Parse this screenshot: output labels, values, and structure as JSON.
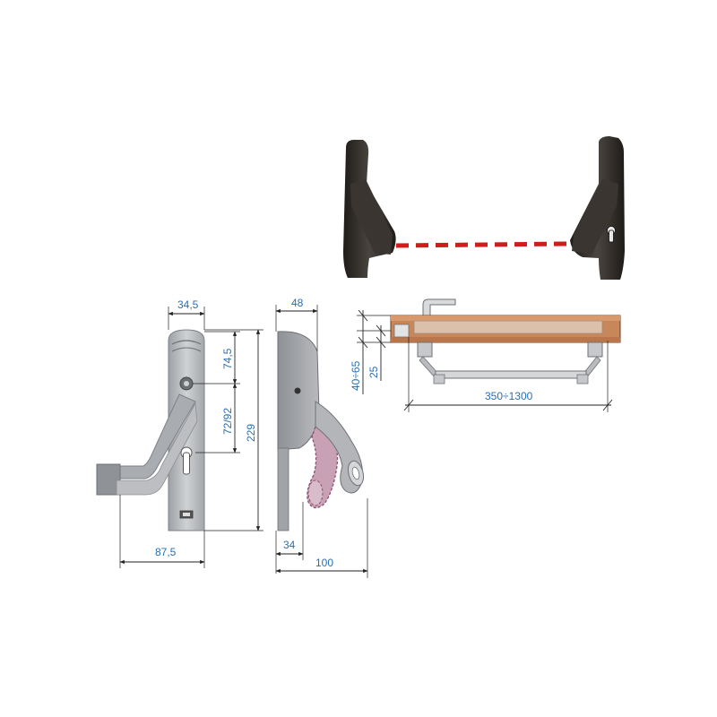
{
  "dimensions": {
    "front_width": "34,5",
    "front_top_to_cylinder": "74,5",
    "front_cylinder_offset": "72/92",
    "front_height": "229",
    "front_total_width": "87,5",
    "side_depth": "48",
    "side_plate_depth": "34",
    "side_total_depth": "100",
    "door_thickness": "40÷65",
    "door_offset": "25",
    "bar_length": "350÷1300"
  },
  "colors": {
    "bar_body": "#2f2b27",
    "dashed_bar": "#d01c1c",
    "metal": "#b9bbbe",
    "door_wood": "#c8875a",
    "ghost_handle": "#c8a2b4",
    "dimension_text": "#2a6fb3"
  }
}
